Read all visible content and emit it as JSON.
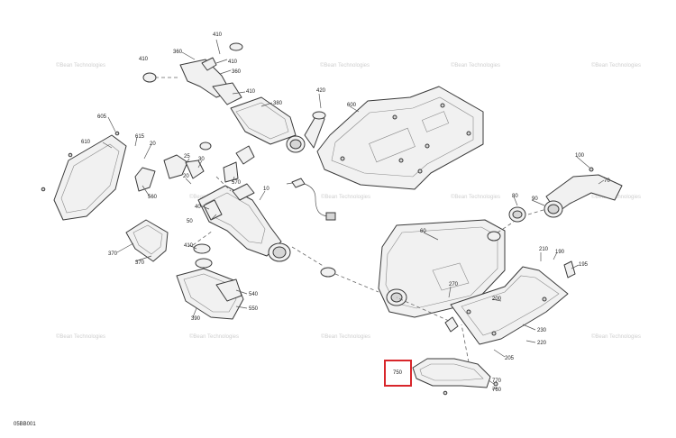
{
  "diagram": {
    "code": "05BB001",
    "watermark": "©Bean Technologies",
    "highlight_color": "#d8262b",
    "callouts": {
      "c410a": "410",
      "c360a": "360",
      "c410b": "410",
      "c360b": "360",
      "c410c": "410",
      "c380": "380",
      "c420": "420",
      "c600": "600",
      "c605": "605",
      "c615": "615",
      "c20a": "20",
      "c610": "610",
      "c25": "25",
      "c30": "30",
      "c20b": "20",
      "c560": "560",
      "c570": "570",
      "c10": "10",
      "c50": "50",
      "c40": "40",
      "c370a": "370",
      "c370b": "370",
      "c410d": "410",
      "c540": "540",
      "c550": "550",
      "c390": "390",
      "c100": "100",
      "c70": "70",
      "c80": "80",
      "c90": "90",
      "c60": "60",
      "c210": "210",
      "c190": "190",
      "c195": "195",
      "c270": "270",
      "c200": "200",
      "c230": "230",
      "c220": "220",
      "c205": "205",
      "c750": "750",
      "c770": "770",
      "c760": "760"
    }
  }
}
